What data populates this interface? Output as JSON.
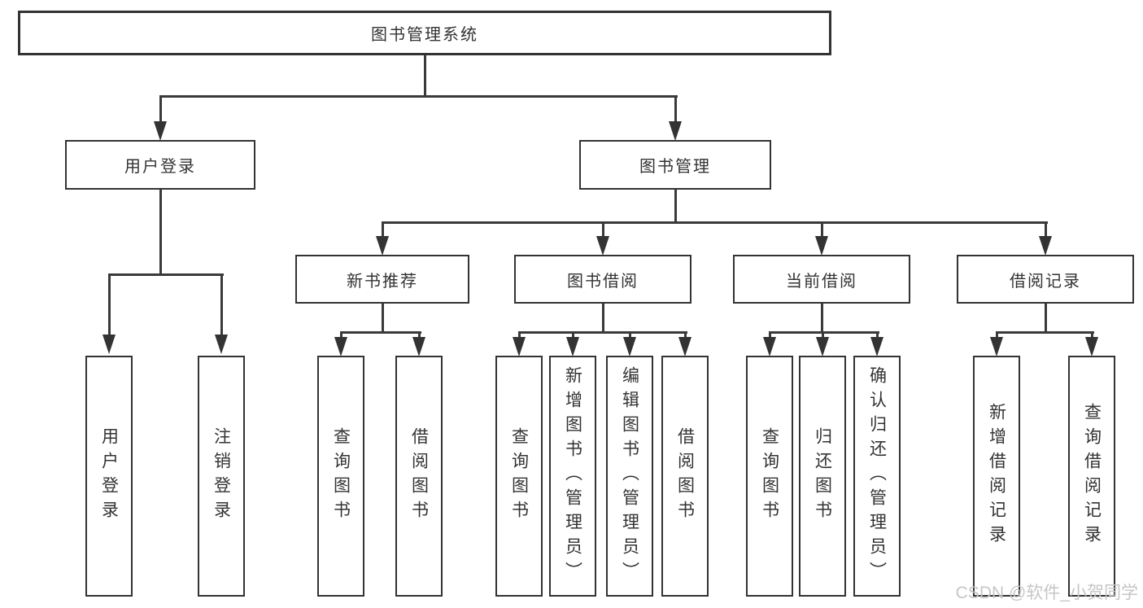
{
  "diagram": {
    "title": "图书管理系统",
    "root": {
      "label": "图书管理系统"
    },
    "level2": [
      {
        "label": "用户登录"
      },
      {
        "label": "图书管理"
      }
    ],
    "level3": [
      {
        "label": "新书推荐"
      },
      {
        "label": "图书借阅"
      },
      {
        "label": "当前借阅"
      },
      {
        "label": "借阅记录"
      }
    ],
    "leaves": {
      "user_login": [
        "用户登录",
        "注销登录"
      ],
      "new_books": [
        "查询图书",
        "借阅图书"
      ],
      "book_borrow": [
        "查询图书",
        "新增图书（管理员）",
        "编辑图书（管理员）",
        "借阅图书"
      ],
      "current_borrow": [
        "查询图书",
        "归还图书",
        "确认归还（管理员）"
      ],
      "borrow_records": [
        "新增借阅记录",
        "查询借阅记录"
      ]
    }
  },
  "watermark": {
    "text": "CSDN @软件_小贺同学"
  },
  "colors": {
    "line": "#3a3a3a",
    "border": "#333333",
    "text": "#333333",
    "watermark": "#c6c6c6",
    "background": "#ffffff"
  }
}
